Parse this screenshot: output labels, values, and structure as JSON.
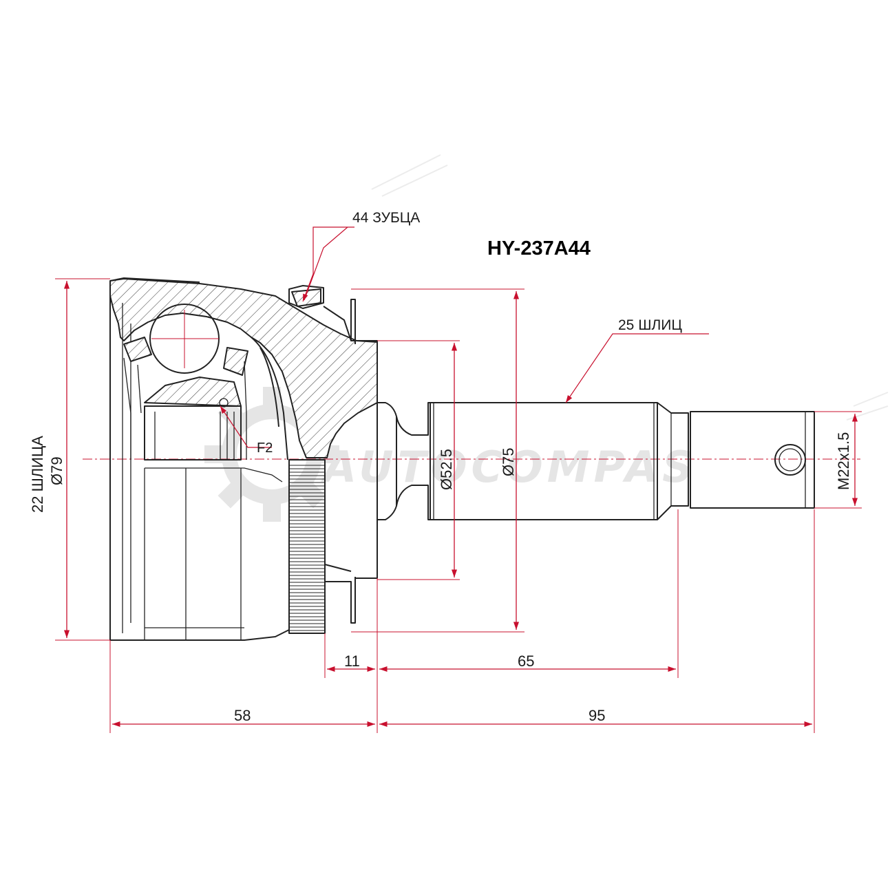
{
  "part_number": "HY-237A44",
  "watermark": "AUTOCOMPAS",
  "callouts": {
    "teeth": "44 ЗУБЦА",
    "outer_splines": "25 ШЛИЦ",
    "inner_splines": "22 ШЛИЦА",
    "marker": "F2"
  },
  "dimensions": {
    "outer_diameter": "Ø79",
    "housing_diameter": "Ø52.5",
    "shaft_diameter": "Ø75",
    "thread": "M22x1.5",
    "ring_width": "11",
    "shaft_length": "65",
    "body_length": "58",
    "total_shaft_length": "95"
  },
  "colors": {
    "dimension": "#c8102e",
    "outline": "#222222",
    "watermark": "#cfcfcf"
  }
}
